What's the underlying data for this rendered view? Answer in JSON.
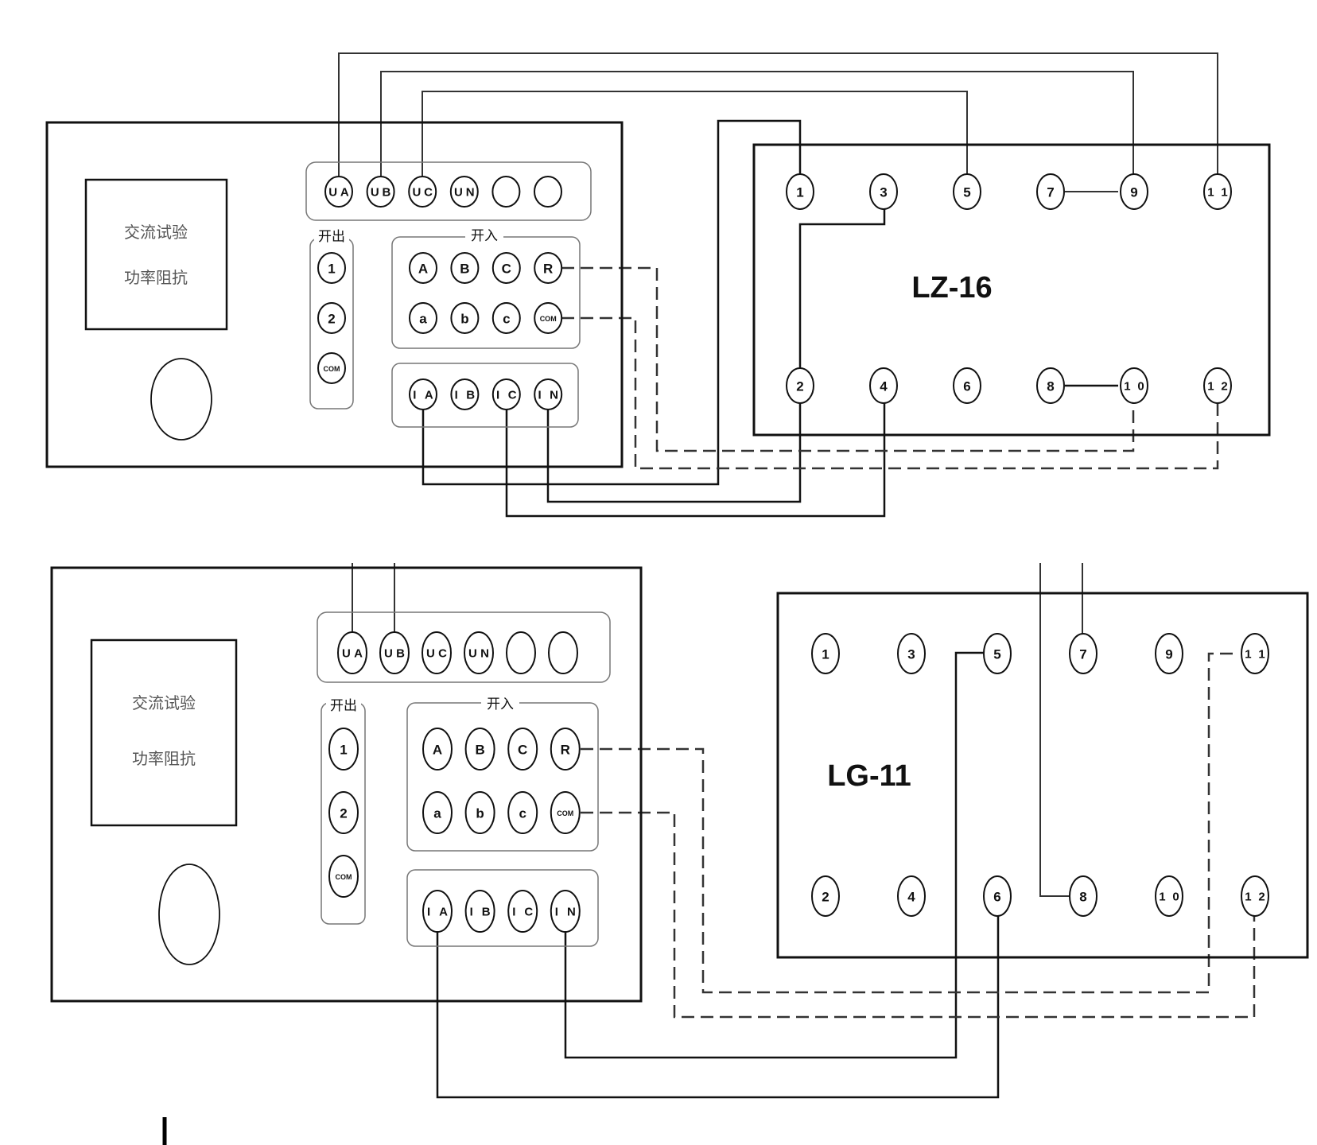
{
  "tester": {
    "screen_lines": [
      "交流试验",
      "功率阻抗"
    ],
    "voltage_terminals": [
      "UA",
      "UB",
      "UC",
      "UN",
      "",
      ""
    ],
    "binary_out_label": "开出",
    "binary_out_terminals": [
      "1",
      "2",
      "COM"
    ],
    "binary_in_label": "开入",
    "binary_in_row1": [
      "A",
      "B",
      "C",
      "R"
    ],
    "binary_in_row2": [
      "a",
      "b",
      "c",
      "COM"
    ],
    "current_terminals": [
      "IA",
      "IB",
      "IC",
      "IN"
    ]
  },
  "diagrams": [
    {
      "id": "top",
      "relay_model": "LZ-16",
      "relay_top_terminals": [
        "1",
        "3",
        "5",
        "7",
        "9",
        "11"
      ],
      "relay_bottom_terminals": [
        "2",
        "4",
        "6",
        "8",
        "10",
        "12"
      ],
      "connections": [
        {
          "from": "UA",
          "to": "11",
          "style": "solid"
        },
        {
          "from": "UB",
          "to": "9",
          "style": "solid"
        },
        {
          "from": "UC",
          "to": "5",
          "style": "solid"
        },
        {
          "from": "IA",
          "to": "1",
          "style": "solid"
        },
        {
          "from": "IC",
          "to": "4",
          "style": "solid"
        },
        {
          "from": "IN",
          "to": "2",
          "style": "solid"
        },
        {
          "from": "3",
          "to": "2",
          "style": "solid"
        },
        {
          "from": "7",
          "to": "9",
          "style": "solid"
        },
        {
          "from": "8",
          "to": "10",
          "style": "solid"
        },
        {
          "from": "R",
          "to": "10",
          "style": "dashed"
        },
        {
          "from": "COM",
          "to": "12",
          "style": "dashed"
        }
      ]
    },
    {
      "id": "bottom",
      "relay_model": "LG-11",
      "relay_top_terminals": [
        "1",
        "3",
        "5",
        "7",
        "9",
        "11"
      ],
      "relay_bottom_terminals": [
        "2",
        "4",
        "6",
        "8",
        "10",
        "12"
      ],
      "connections": [
        {
          "from": "UA",
          "to": "8",
          "style": "solid"
        },
        {
          "from": "UB",
          "to": "7",
          "style": "solid"
        },
        {
          "from": "IA",
          "to": "6",
          "style": "solid"
        },
        {
          "from": "IN",
          "to": "5",
          "style": "solid"
        },
        {
          "from": "R",
          "to": "11",
          "style": "dashed"
        },
        {
          "from": "COM",
          "to": "12",
          "style": "dashed"
        }
      ]
    }
  ]
}
